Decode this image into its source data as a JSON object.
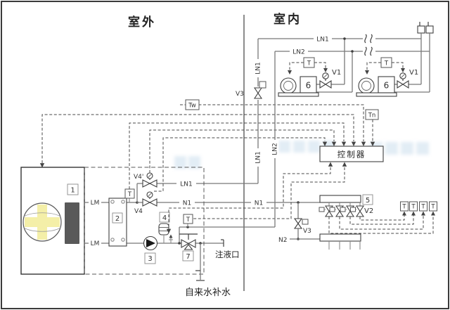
{
  "titles": {
    "outdoor": "室外",
    "indoor": "室内"
  },
  "controller": {
    "label": "控制器"
  },
  "sensors": {
    "tw": "Tw",
    "tn": "Tn",
    "t": "T"
  },
  "equipment": {
    "heat_pump": "1",
    "heat_exchanger": "2",
    "pump": "3",
    "expansion_tank": "4",
    "manifold": "5",
    "fan_coil": "6",
    "three_way_valve": "7"
  },
  "valves": {
    "v1": "V1",
    "v2": "V2",
    "v3": "V3",
    "v4": "V4",
    "v4_prime": "V4'"
  },
  "pipes": {
    "lm": "LM",
    "ln1": "LN1",
    "ln2": "LN2",
    "n1": "N1",
    "n2": "N2"
  },
  "annotations": {
    "fill_port": "注液口",
    "makeup_water": "自来水补水"
  },
  "colors": {
    "line": "#3f3f3f",
    "pipe": "#787878",
    "dashed": "#4a4a4a",
    "fan_blade": "#f4efa8",
    "coil_slab": "#595959",
    "watermark": "#9fc3dd"
  }
}
